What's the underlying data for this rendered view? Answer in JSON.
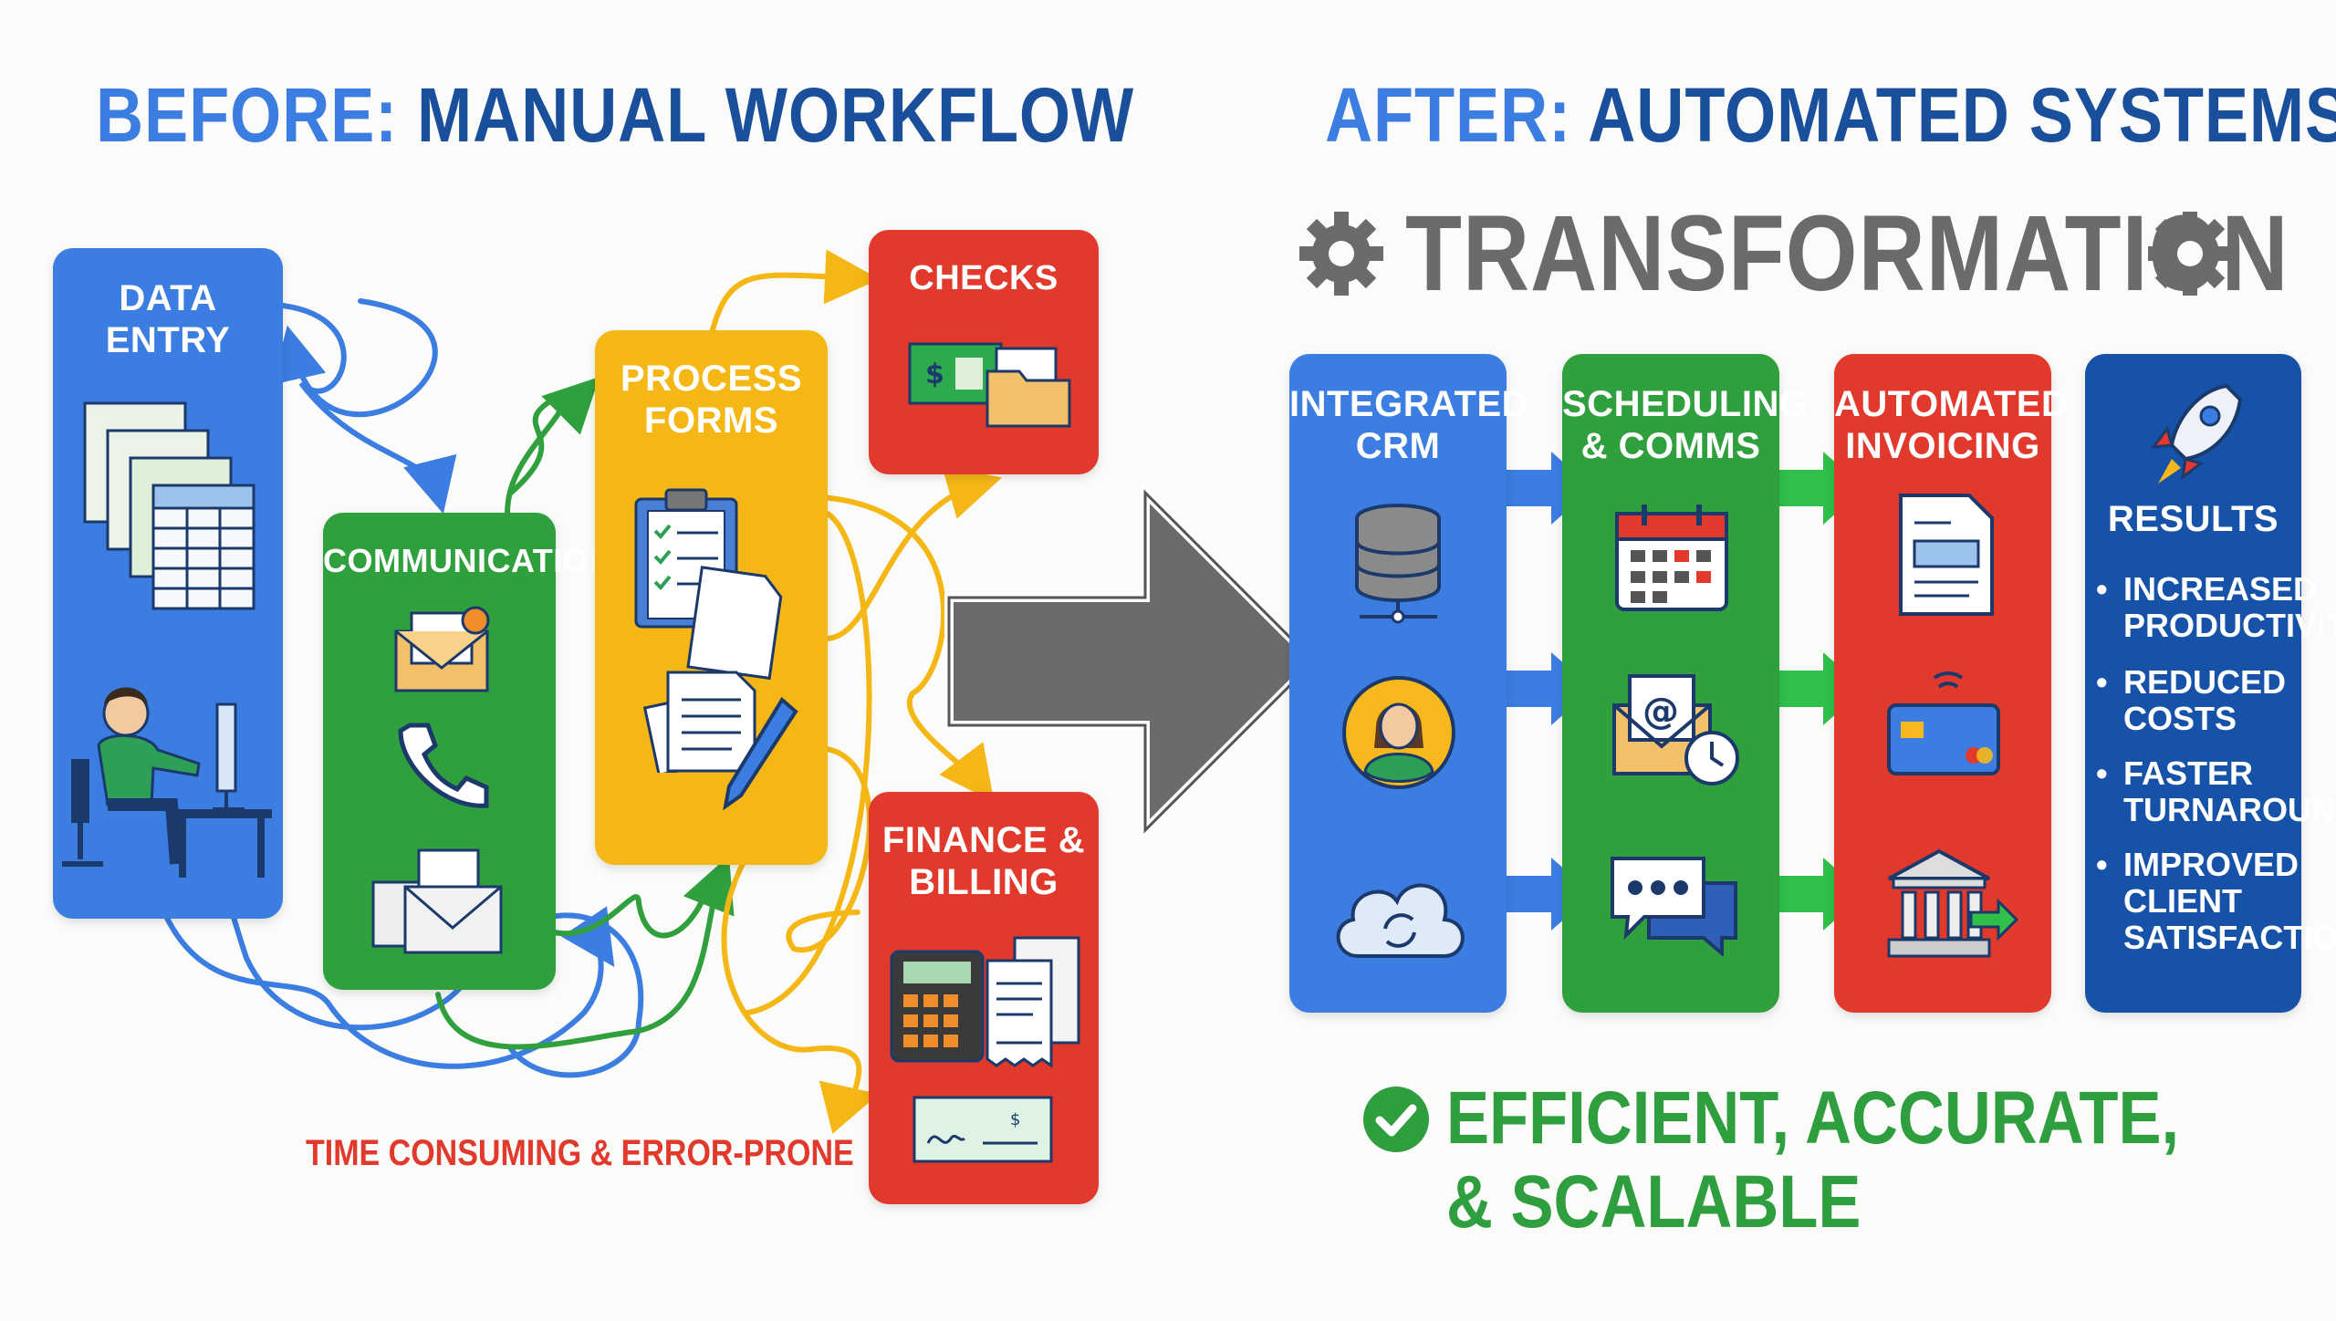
{
  "before": {
    "prefix": "BEFORE:",
    "title": "MANUAL WORKFLOW"
  },
  "after": {
    "prefix": "AFTER:",
    "title": "AUTOMATED SYSTEMS"
  },
  "transformation_label": "TRANSFORMATION",
  "manual_steps": {
    "data_entry": {
      "line1": "DATA",
      "line2": "ENTRY"
    },
    "communication": {
      "line1": "COMMUNICATION"
    },
    "process_forms": {
      "line1": "PROCESS",
      "line2": "FORMS"
    },
    "checks": {
      "line1": "CHECKS"
    },
    "finance_billing": {
      "line1": "FINANCE &",
      "line2": "BILLING"
    }
  },
  "manual_note": "TIME CONSUMING & ERROR-PRONE",
  "automated_steps": {
    "crm": {
      "line1": "INTEGRATED",
      "line2": "CRM"
    },
    "scheduling": {
      "line1": "SCHEDULING",
      "line2": "& COMMS"
    },
    "invoicing": {
      "line1": "AUTOMATED",
      "line2": "INVOICING"
    }
  },
  "results": {
    "title": "RESULTS",
    "items": [
      {
        "line1": "INCREASED",
        "line2": "PRODUCTIVITY"
      },
      {
        "line1": "REDUCED",
        "line2": "COSTS"
      },
      {
        "line1": "FASTER",
        "line2": "TURNAROUND"
      },
      {
        "line1": "IMPROVED",
        "line2": "CLIENT",
        "line3": "SATISFACTION"
      }
    ]
  },
  "outcome": {
    "line1": "EFFICIENT, ACCURATE,",
    "line2": "& SCALABLE"
  },
  "colors": {
    "blue": "#3b7de0",
    "green": "#30a03e",
    "yellow": "#f4b715",
    "red": "#e1392b",
    "navy": "#1552a8",
    "gray": "#6b6b6b"
  },
  "icons": [
    "spreadsheet-icon",
    "person-at-desk-icon",
    "email-icon",
    "phone-icon",
    "envelopes-icon",
    "clipboard-icon",
    "documents-icon",
    "pen-icon",
    "cash-icon",
    "folder-icon",
    "calculator-icon",
    "receipt-icon",
    "check-icon",
    "gear-icon",
    "database-icon",
    "user-avatar-icon",
    "cloud-sync-icon",
    "calendar-icon",
    "email-clock-icon",
    "chat-icon",
    "invoice-icon",
    "credit-card-icon",
    "bank-icon",
    "rocket-icon",
    "checkmark-circle-icon"
  ]
}
